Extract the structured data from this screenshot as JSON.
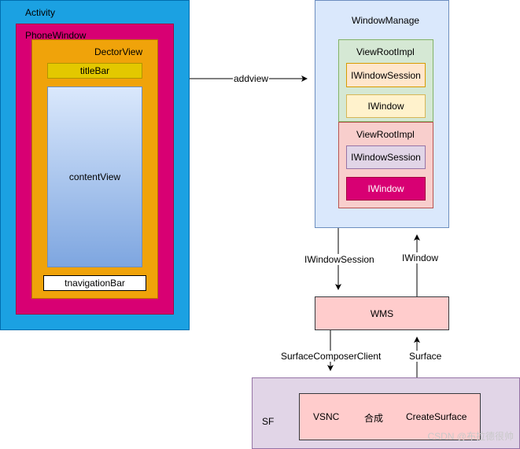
{
  "left": {
    "activity": "Activity",
    "phone_window": "PhoneWindow",
    "dector_view": "DectorView",
    "title_bar": "titleBar",
    "content_view": "contentView",
    "navigation_bar": "tnavigationBar"
  },
  "edges": {
    "addview": "addview",
    "iwindowsession": "IWindowSession",
    "iwindow": "IWindow",
    "surface_composer_client": "SurfaceComposerClient",
    "surface": "Surface"
  },
  "window_manage": {
    "title": "WindowManage",
    "groups": [
      {
        "title": "ViewRootImpl",
        "session": "IWindowSession",
        "window": "IWindow"
      },
      {
        "title": "ViewRootImpl",
        "session": "IWindowSession",
        "window": "IWindow"
      }
    ]
  },
  "wms": {
    "label": "WMS"
  },
  "sf": {
    "label": "SF",
    "items": [
      "VSNC",
      "合成",
      "CreateSurface"
    ]
  },
  "watermark": "CSDN @布拉德很帅",
  "colors": {
    "activity": "#1ba1e2",
    "phone_window": "#d80073",
    "dector_view": "#f0a30a",
    "title_bar": "#e3c800",
    "window_manage": "#dae8fc",
    "viewroot_green": "#d5e8d4",
    "viewroot_red": "#f8cecc",
    "wms": "#ffcccc",
    "sf": "#e1d5e7"
  }
}
